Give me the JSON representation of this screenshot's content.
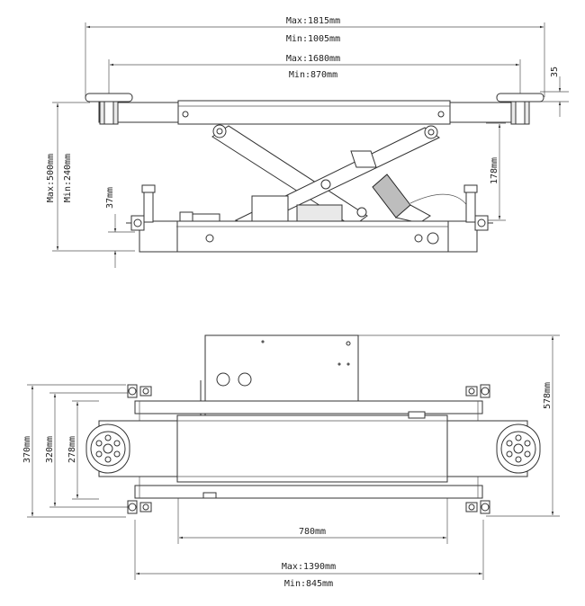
{
  "side_view": {
    "width_max": "Max:1815mm",
    "width_min": "Min:1005mm",
    "pad_span_max": "Max:1680mm",
    "pad_span_min": "Min:870mm",
    "pad_height": "35",
    "height_max": "Max:500mm",
    "height_min": "Min:240mm",
    "base_height": "37mm",
    "arm_drop": "178mm"
  },
  "top_view": {
    "depth": "578mm",
    "outer_width": "370mm",
    "mid_width": "320mm",
    "inner_width": "278mm",
    "frame_length": "780mm",
    "length_max": "Max:1390mm",
    "length_min": "Min:845mm"
  }
}
